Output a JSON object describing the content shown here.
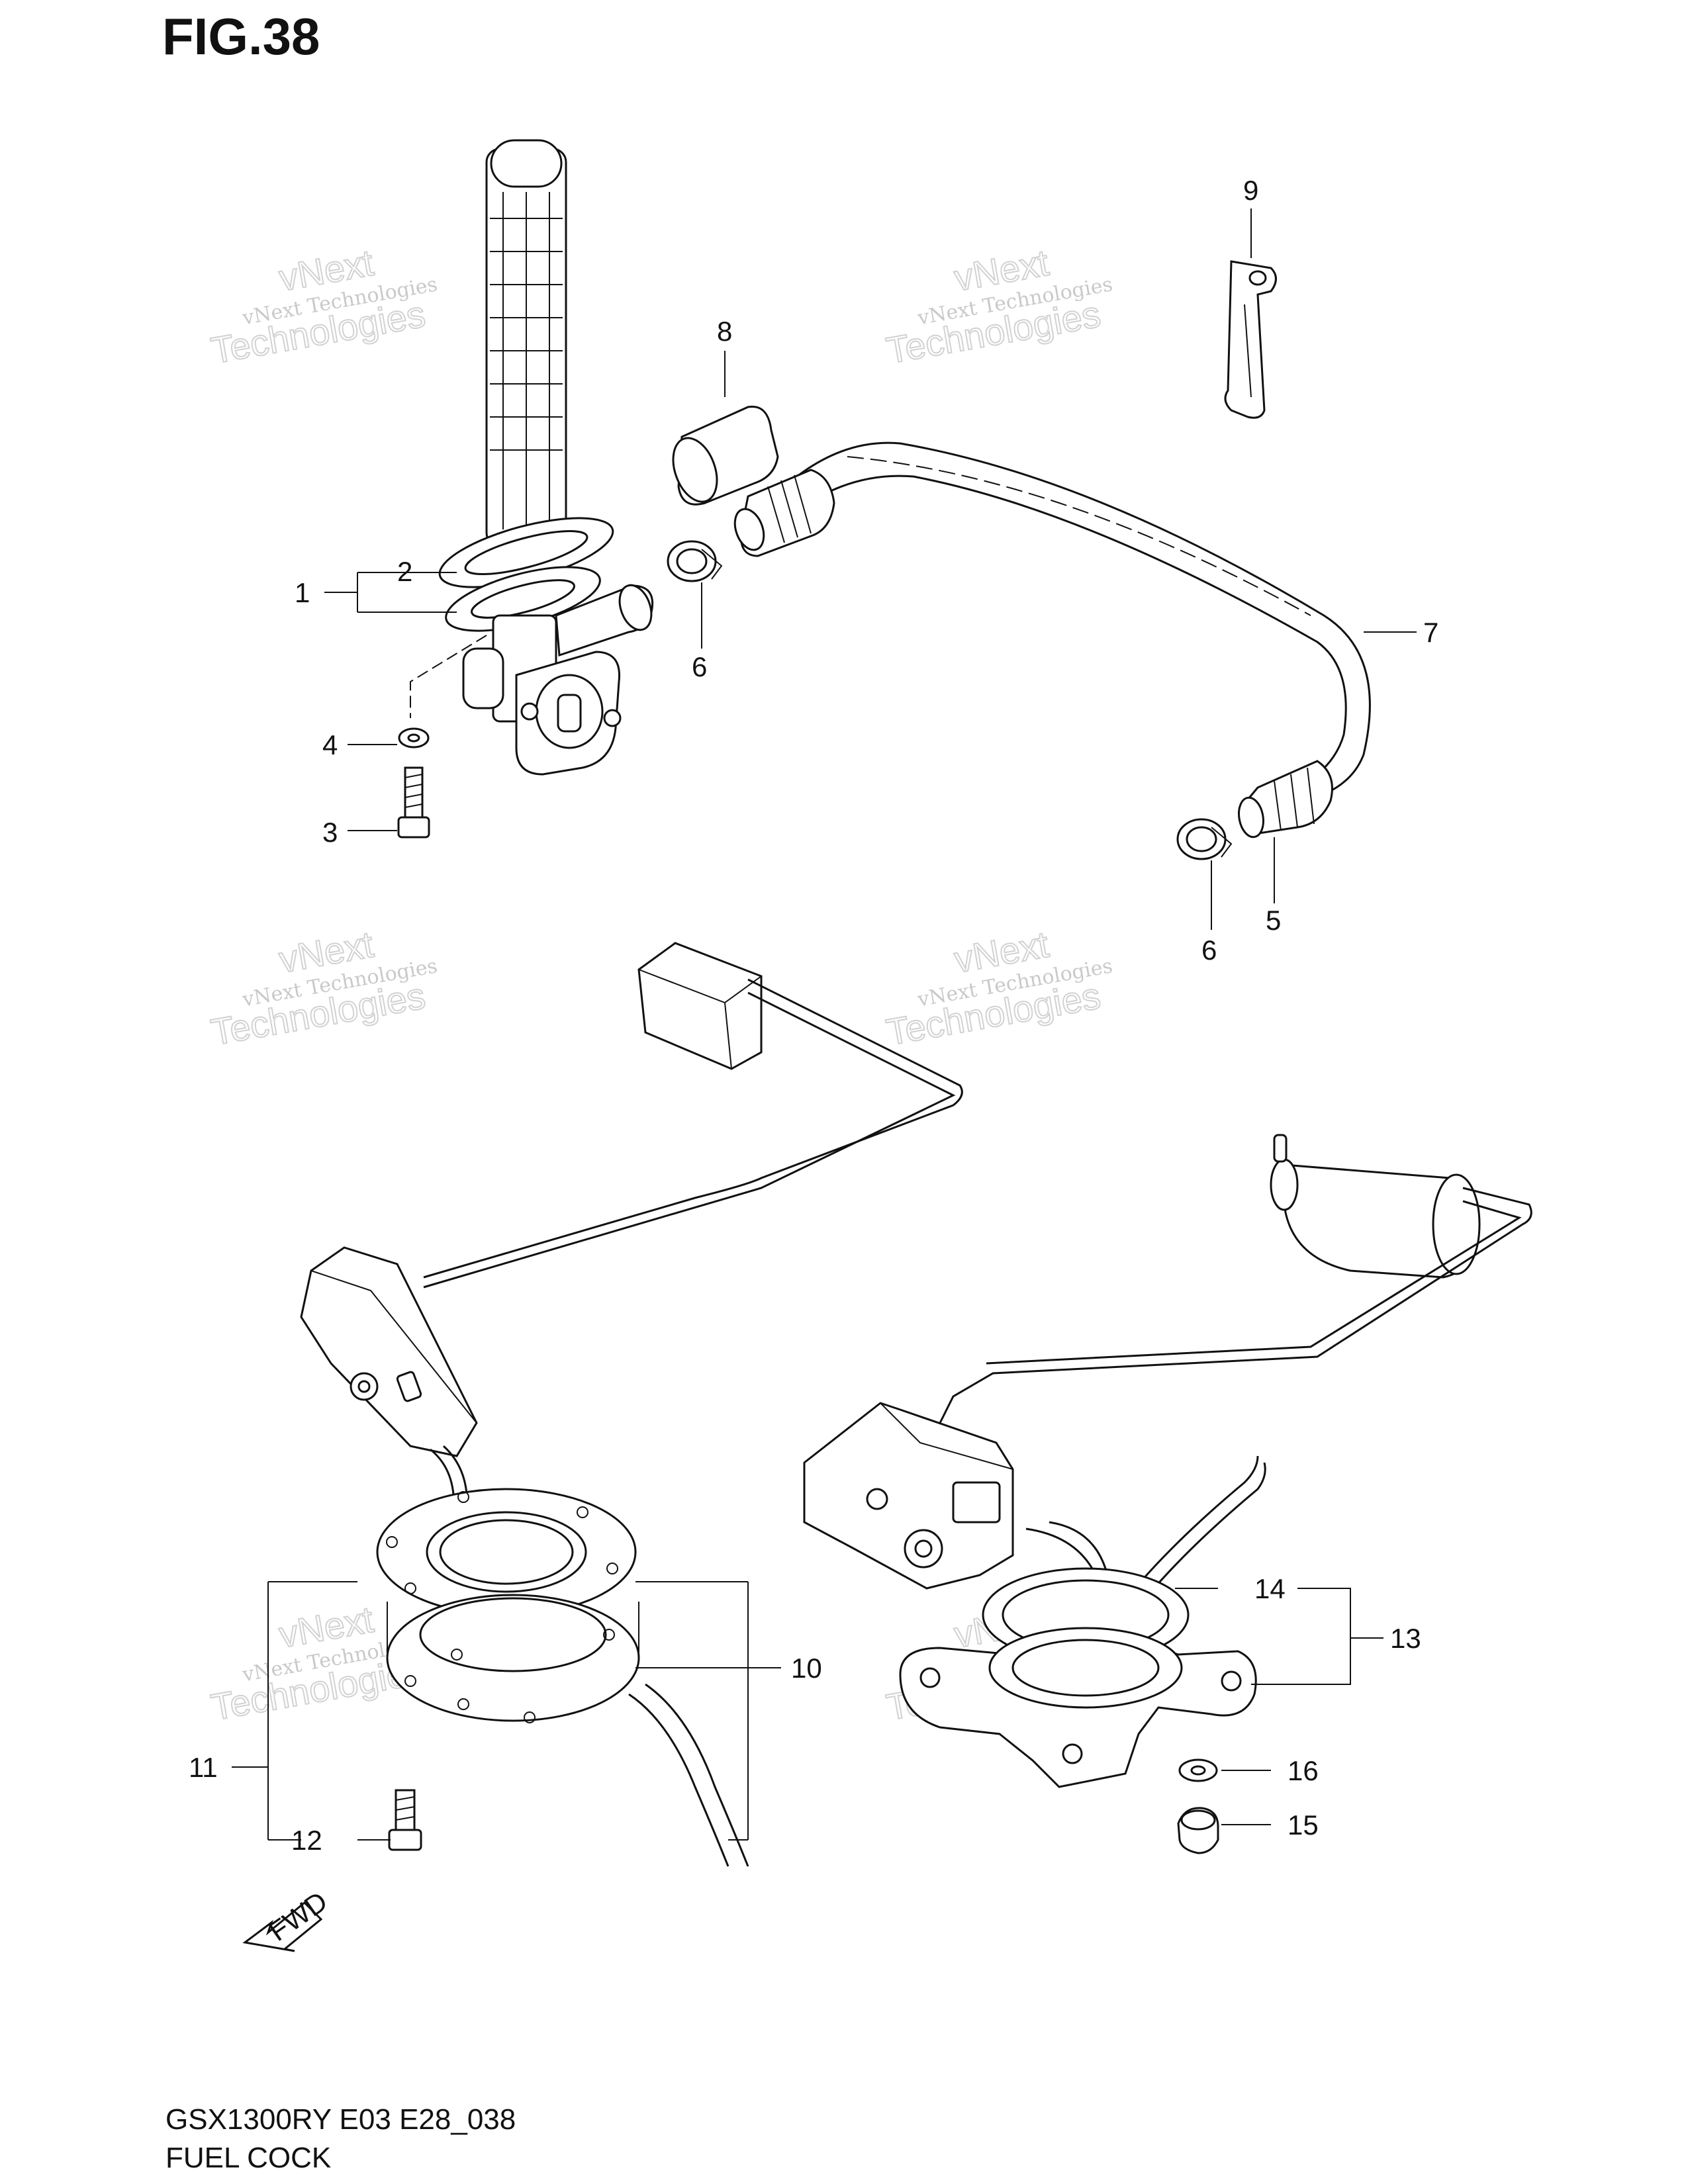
{
  "figure": {
    "title": "FIG.38",
    "model_code": "GSX1300RY E03 E28_038",
    "name": "FUEL COCK"
  },
  "callouts": [
    "1",
    "2",
    "3",
    "4",
    "5",
    "6",
    "6",
    "7",
    "8",
    "9",
    "10",
    "11",
    "12",
    "13",
    "14",
    "15",
    "16"
  ],
  "arrow_label": "FWD",
  "watermark": {
    "line1": "vNext Technologies",
    "line2": "vNext",
    "line3": "Technologies"
  }
}
